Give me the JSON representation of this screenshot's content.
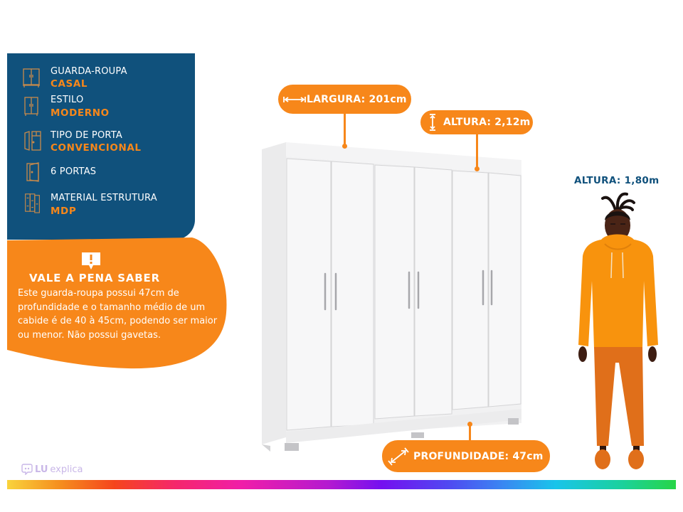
{
  "specs": [
    {
      "icon": "wardrobe-double-icon",
      "label": "GUARDA-ROUPA",
      "value": "CASAL"
    },
    {
      "icon": "wardrobe-style-icon",
      "label": "ESTILO",
      "value": "MODERNO"
    },
    {
      "icon": "door-type-icon",
      "label": "TIPO DE PORTA",
      "value": "CONVENCIONAL"
    },
    {
      "icon": "open-door-icon",
      "label": "6  PORTAS",
      "value": ""
    },
    {
      "icon": "material-panels-icon",
      "label": "MATERIAL ESTRUTURA",
      "value": "MDP"
    }
  ],
  "tip": {
    "icon": "alert-speech-icon",
    "title": "VALE A PENA SABER",
    "body": "Este guarda-roupa possui 47cm de profundidade e o tamanho médio de um cabide é de 40 à 45cm, podendo ser maior ou menor. Não possui gavetas."
  },
  "dimensions": {
    "width": {
      "icon": "width-arrow-icon",
      "label": "LARGURA: 201cm"
    },
    "height": {
      "icon": "height-arrow-icon",
      "label": "ALTURA: 2,12m"
    },
    "depth": {
      "icon": "depth-arrow-icon",
      "label": "PROFUNDIDADE: 47cm"
    }
  },
  "person": {
    "label": "ALTURA: 1,80m"
  },
  "brand": {
    "logo_lu": "LU",
    "logo_text": "explica"
  },
  "colors": {
    "navy": "#10517c",
    "orange": "#f7871a",
    "pants": "#e06f1a",
    "skin": "#4a2416"
  }
}
